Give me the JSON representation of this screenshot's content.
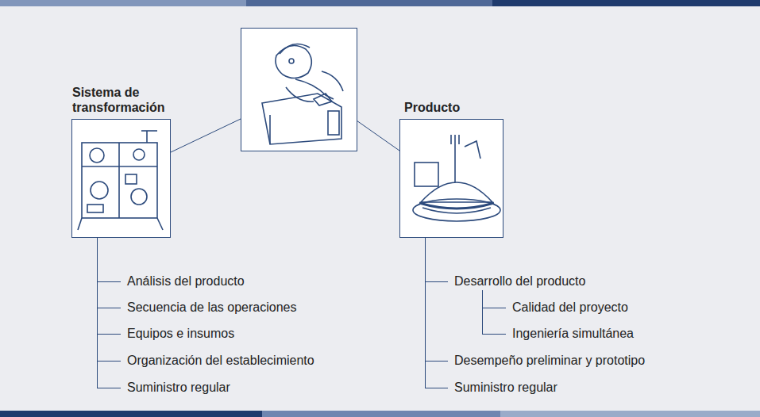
{
  "diagram": {
    "nodes": [
      {
        "text": [
          "Sistema de transformación"
        ]
      },
      {
        "text": [
          "Producto"
        ]
      }
    ],
    "labels": [
      "Análisis del producto",
      "Secuencia de las operaciones",
      "Equipos e insumos",
      "Organización del establecimiento",
      "Suministro regular",
      "Desarrollo del producto",
      "Calidad del proyecto",
      "Ingeniería simultánea",
      "Desempeño preliminar y prototipo",
      "Suministro regular"
    ]
  }
}
